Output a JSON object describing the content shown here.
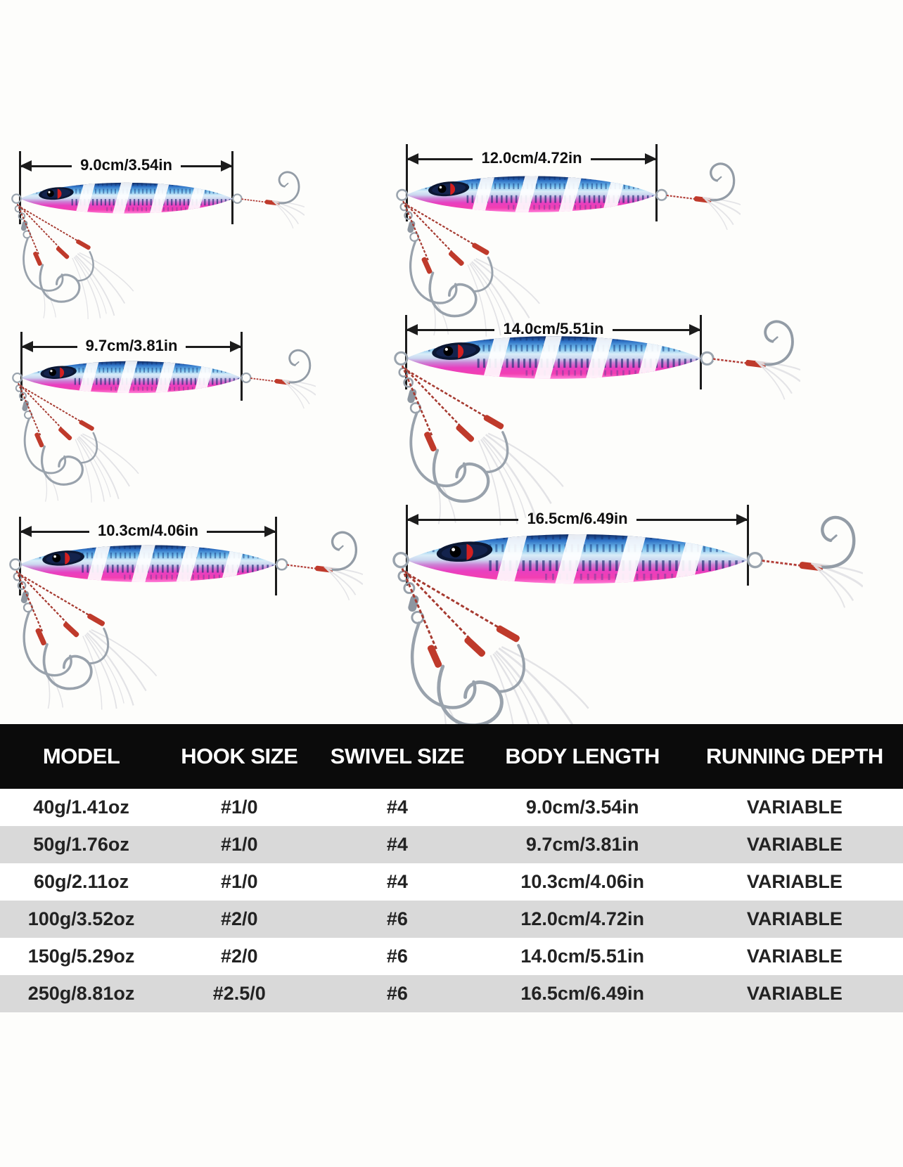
{
  "figures": [
    {
      "label": "9.0cm/3.54in"
    },
    {
      "label": "12.0cm/4.72in"
    },
    {
      "label": "9.7cm/3.81in"
    },
    {
      "label": "14.0cm/5.51in"
    },
    {
      "label": "10.3cm/4.06in"
    },
    {
      "label": "16.5cm/6.49in"
    }
  ],
  "table": {
    "headers": [
      "MODEL",
      "HOOK SIZE",
      "SWIVEL SIZE",
      "BODY LENGTH",
      "RUNNING DEPTH"
    ],
    "rows": [
      [
        "40g/1.41oz",
        "#1/0",
        "#4",
        "9.0cm/3.54in",
        "VARIABLE"
      ],
      [
        "50g/1.76oz",
        "#1/0",
        "#4",
        "9.7cm/3.81in",
        "VARIABLE"
      ],
      [
        "60g/2.11oz",
        "#1/0",
        "#4",
        "10.3cm/4.06in",
        "VARIABLE"
      ],
      [
        "100g/3.52oz",
        "#2/0",
        "#6",
        "12.0cm/4.72in",
        "VARIABLE"
      ],
      [
        "150g/5.29oz",
        "#2/0",
        "#6",
        "14.0cm/5.51in",
        "VARIABLE"
      ],
      [
        "250g/8.81oz",
        "#2.5/0",
        "#6",
        "16.5cm/6.49in",
        "VARIABLE"
      ]
    ]
  },
  "colors": {
    "lure_blue_top": "#0e2a63",
    "lure_blue": "#2c6fc4",
    "lure_pink": "#e83fc0",
    "accent_red": "#bf3a2b",
    "dimension_line": "#1c1c1c",
    "table_header_bg": "#0b0b0b",
    "table_header_text": "#ffffff",
    "row_alt_bg": "#d9d9d9"
  }
}
